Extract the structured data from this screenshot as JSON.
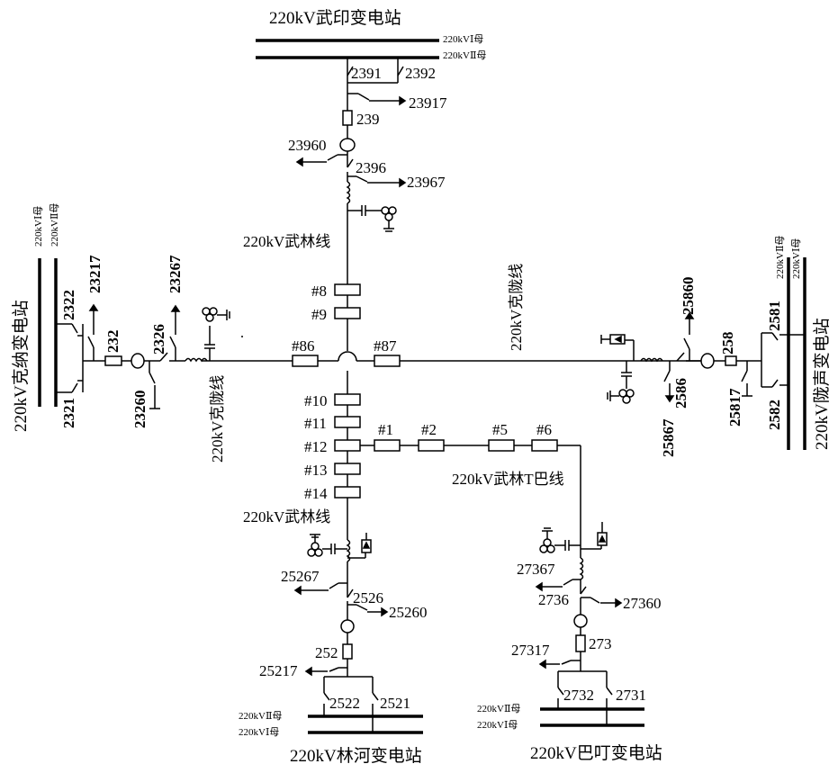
{
  "stations": {
    "wuyin": {
      "name": "220kV武印变电站",
      "bus1": "220kVⅠ母",
      "bus2": "220kVⅡ母"
    },
    "kena": {
      "name": "220kV克纳变电站",
      "bus1": "220kVⅠ母",
      "bus2": "220kVⅡ母"
    },
    "longsheng": {
      "name": "220kV陇声变电站",
      "bus1": "220kVⅡ母",
      "bus2": "220kVⅠ母"
    },
    "linhe": {
      "name": "220kV林河变电站",
      "bus1": "220kVⅡ母",
      "bus2": "220kVⅠ母"
    },
    "bading": {
      "name": "220kV巴叮变电站",
      "bus1": "220kVⅡ母",
      "bus2": "220kVⅠ母"
    }
  },
  "lines": {
    "wulin_upper": "220kV武林线",
    "wulin_lower": "220kV武林线",
    "kelong_right": "220kV克陇线",
    "kelong_left": "220kV克陇线",
    "wulin_t_ba": "220kV武林T巴线"
  },
  "towers": {
    "t8": "#8",
    "t9": "#9",
    "t86": "#86",
    "t87": "#87",
    "t10": "#10",
    "t11": "#11",
    "t12": "#12",
    "t13": "#13",
    "t14": "#14",
    "t1": "#1",
    "t2": "#2",
    "t5": "#5",
    "t6": "#6"
  },
  "equipment": {
    "wuyin": {
      "sw2391": "2391",
      "sw2392": "2392",
      "es23917": "23917",
      "cb239": "239",
      "es23960": "23960",
      "sw2396": "2396",
      "es23967": "23967"
    },
    "kena": {
      "sw2322": "2322",
      "sw2321": "2321",
      "es23217": "23217",
      "cb232": "232",
      "es23260": "23260",
      "sw2326": "2326",
      "es23267": "23267"
    },
    "longsheng": {
      "es25860": "25860",
      "cb258": "258",
      "sw2581": "2581",
      "sw2586": "2586",
      "es25867": "25867",
      "es25817": "25817",
      "sw2582": "2582"
    },
    "linhe": {
      "es25267": "25267",
      "sw2526": "2526",
      "es25260": "25260",
      "cb252": "252",
      "es25217": "25217",
      "sw2522": "2522",
      "sw2521": "2521"
    },
    "bading": {
      "es27367": "27367",
      "sw2736": "2736",
      "es27360": "27360",
      "cb273": "273",
      "es27317": "27317",
      "sw2732": "2732",
      "sw2731": "2731"
    }
  }
}
